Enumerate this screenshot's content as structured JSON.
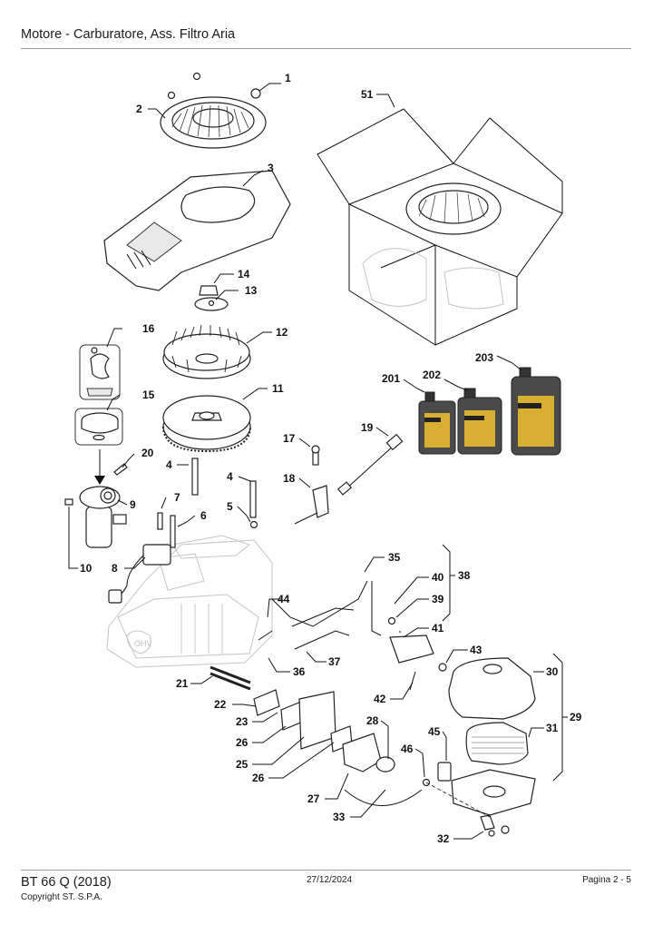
{
  "header": {
    "title": "Motore - Carburatore, Ass. Filtro Aria"
  },
  "footer": {
    "model": "BT 66 Q (2018)",
    "copyright": "Copyright ST. S.P.A.",
    "date": "27/12/2024",
    "page": "Pagina 2 - 5"
  },
  "callouts": {
    "c1": "1",
    "c2": "2",
    "c3": "3",
    "c4a": "4",
    "c4b": "4",
    "c5": "5",
    "c6": "6",
    "c7": "7",
    "c8": "8",
    "c9": "9",
    "c10": "10",
    "c11": "11",
    "c12": "12",
    "c13": "13",
    "c14": "14",
    "c15": "15",
    "c16": "16",
    "c17": "17",
    "c18": "18",
    "c19": "19",
    "c20": "20",
    "c21": "21",
    "c22": "22",
    "c23": "23",
    "c25": "25",
    "c26a": "26",
    "c26b": "26",
    "c27": "27",
    "c28": "28",
    "c29": "29",
    "c30": "30",
    "c31": "31",
    "c32": "32",
    "c33": "33",
    "c35": "35",
    "c36": "36",
    "c37": "37",
    "c38": "38",
    "c39": "39",
    "c40": "40",
    "c41": "41",
    "c42": "42",
    "c43": "43",
    "c44": "44",
    "c45": "45",
    "c46": "46",
    "c51": "51",
    "c201": "201",
    "c202": "202",
    "c203": "203"
  },
  "engine_label": "OHV"
}
